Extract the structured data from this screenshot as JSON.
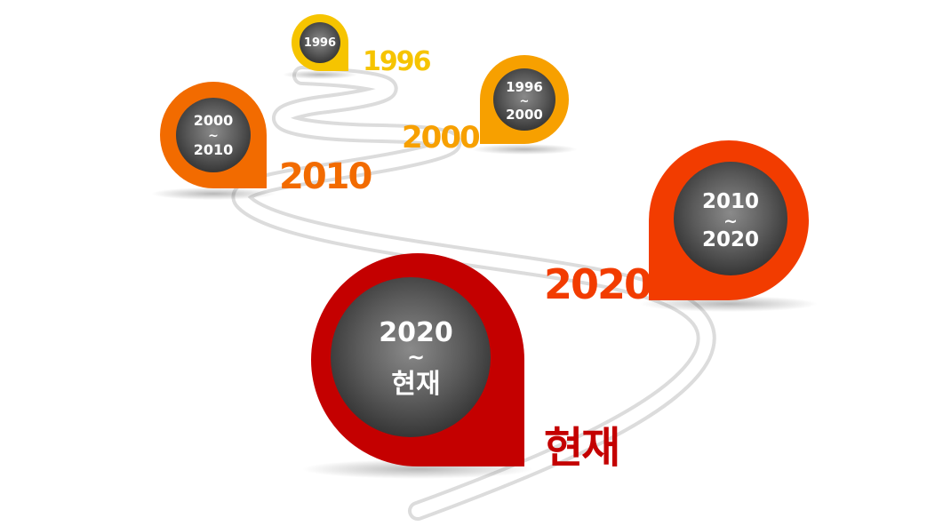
{
  "milestones": [
    {
      "id": "1996",
      "pin_line1": "1996",
      "pin_tilde": "",
      "pin_line2": "",
      "label": "1996",
      "color": "#f6c400"
    },
    {
      "id": "2000",
      "pin_line1": "1996",
      "pin_tilde": "~",
      "pin_line2": "2000",
      "label": "2000",
      "color": "#f7a000"
    },
    {
      "id": "2010",
      "pin_line1": "2000",
      "pin_tilde": "~",
      "pin_line2": "2010",
      "label": "2010",
      "color": "#f26b00"
    },
    {
      "id": "2020",
      "pin_line1": "2010",
      "pin_tilde": "~",
      "pin_line2": "2020",
      "label": "2020",
      "color": "#f23c00"
    },
    {
      "id": "now",
      "pin_line1": "2020",
      "pin_tilde": "~",
      "pin_line2": "현재",
      "label": "현재",
      "color": "#c40000"
    }
  ],
  "colors": {
    "road": "#dcdcdc",
    "road_stripe": "#ffffff",
    "photo_dark": "#3a3a3a",
    "photo_light": "#9a9a9a"
  }
}
